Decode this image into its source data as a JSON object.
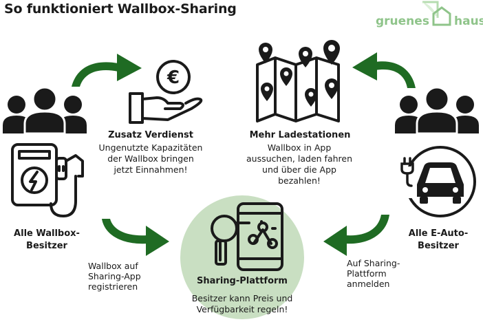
{
  "header": {
    "title": "So funktioniert Wallbox-Sharing"
  },
  "logo": {
    "part1": "gruenes",
    "part2": "haus"
  },
  "nodes": {
    "verdienst": {
      "title": "Zusatz Verdienst",
      "lines": [
        "Ungenutzte Kapazitäten",
        "der Wallbox bringen",
        "jetzt Einnahmen!"
      ]
    },
    "ladestationen": {
      "title": "Mehr Ladestationen",
      "lines": [
        "Wallbox in App",
        "aussuchen, laden fahren",
        "und über die App",
        "bezahlen!"
      ]
    },
    "wallbox_besitzer": {
      "lines": [
        "Alle Wallbox-",
        "Besitzer"
      ]
    },
    "eauto_besitzer": {
      "lines": [
        "Alle E-Auto-",
        "Besitzer"
      ]
    },
    "plattform": {
      "title": "Sharing-Plattform",
      "lines": [
        "Besitzer kann Preis und",
        "Verfügbarkeit regeln!"
      ]
    }
  },
  "arrow_labels": {
    "left": [
      "Wallbox auf",
      "Sharing-App",
      "registrieren"
    ],
    "right": [
      "Auf Sharing-",
      "Plattform",
      "anmelden"
    ]
  },
  "colors": {
    "arrow_green": "#1f6b23",
    "circle_green": "#c9dfc2",
    "logo_green": "#8fc48a",
    "icon": "#1a1a1a"
  }
}
